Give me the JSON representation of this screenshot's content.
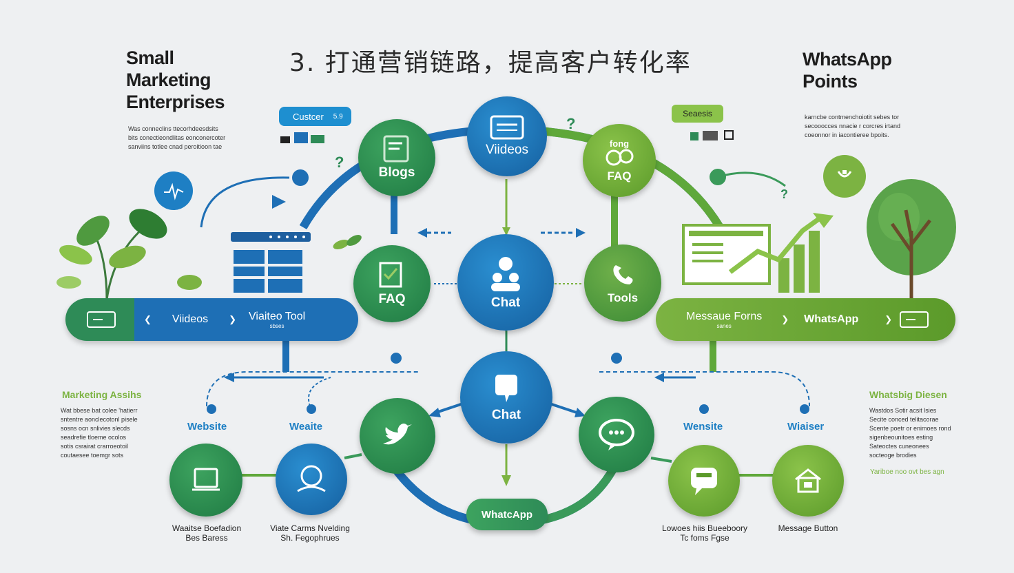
{
  "title": "3. 打通营销链路，提高客户转化率",
  "left_header": {
    "line1": "Small",
    "line2": "Marketing",
    "line3": "Enterprises"
  },
  "left_desc": [
    "Was conneclins ttecorhdeesdsits",
    "bits conectieondlitas eonconercoter",
    "sanviins totlee cnad peroitioon tae"
  ],
  "right_header": {
    "line1": "WhatsApp",
    "line2": "Points"
  },
  "right_desc": [
    "karncbe contmenchoiotit sebes tor",
    "secooocces nnacie r corcres irtand",
    "coeonnor in iacontieree bpoits."
  ],
  "chip_left": {
    "label": "Custcer",
    "badge": "5.9"
  },
  "chip_right": {
    "label": "Seaesis"
  },
  "nodes": {
    "videos_top": "Viideos",
    "blogs": "Blogs",
    "faq_top": "FAQ",
    "faq_top_sub": "fong",
    "faq_left": "FAQ",
    "chat_center": "Chat",
    "tools": "Tools",
    "chat_lower": "Chat",
    "whatsapp_pill": "WhatcApp"
  },
  "bar_left": {
    "item1": "Viideos",
    "item2": "Viaiteo Tool",
    "sub": "sbses"
  },
  "bar_right": {
    "item1": "Messaue Forns",
    "item2": "WhatsApp",
    "sub": "sanes"
  },
  "marketing_assets": {
    "title": "Marketing Assihs",
    "lines": [
      "Wat bbese bat colee 'hatierr",
      "sntentre aonclecotonl pisele",
      "sosns ocn snlivies slecds",
      "seadrefie tloeme ocolos",
      "sotis csrairat crarroeotoil",
      "coutaesee toemgr sots"
    ]
  },
  "whatsapp_diesen": {
    "title": "Whatsbig Diesen",
    "lines": [
      "Wastdos Sotir acsit lsies",
      "Secite conced telitacorae",
      "Scente poetr or enimoes rond",
      "sigenbeounitoes esting",
      "Sateoctes cuneonees",
      "socteoge brodies"
    ],
    "footer": "Yariboe noo ovt bes agn"
  },
  "web_labels": {
    "l1": "Website",
    "l2": "Weaite",
    "r1": "Wensite",
    "r2": "Wiaiser"
  },
  "captions": {
    "c1": [
      "Waaitse Boefadion",
      "Bes Baress"
    ],
    "c2": [
      "Viate Carms Nvelding",
      "Sh. Fegophrues"
    ],
    "c3": [
      "Lowoes hiis Bueeboory",
      "Tc foms Fgse"
    ],
    "c4": [
      "Message Button"
    ]
  },
  "colors": {
    "blue": "#1e6fb5",
    "green": "#2e8b57",
    "lime": "#7cb342",
    "bg": "#eef0f2"
  }
}
